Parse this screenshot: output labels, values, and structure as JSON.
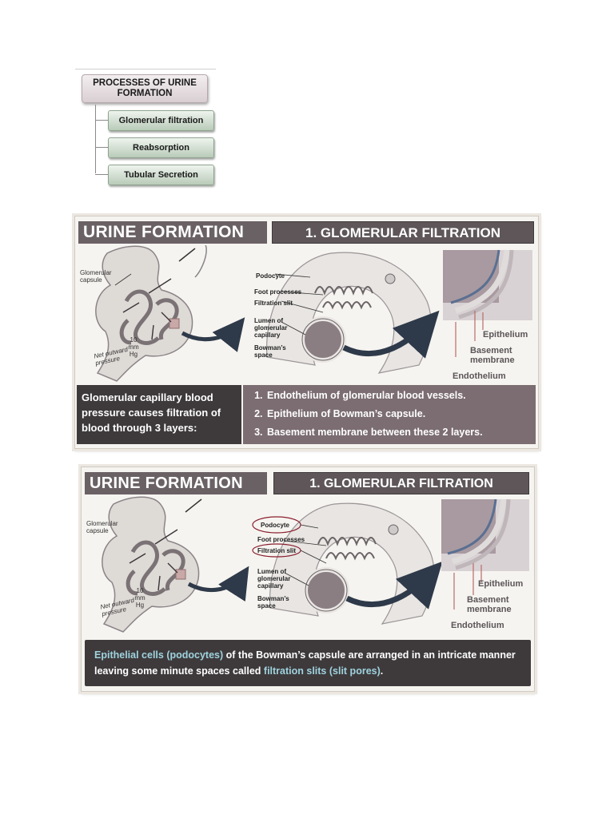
{
  "processes": {
    "title": "PROCESSES OF URINE FORMATION",
    "items": [
      "Glomerular filtration",
      "Reabsorption",
      "Tubular Secretion"
    ]
  },
  "slide1": {
    "header_left": "URINE FORMATION",
    "header_right": "1. GLOMERULAR FILTRATION",
    "labels": {
      "glomerular_capsule": "Glomerular capsule",
      "pressure": "10 mm Hg",
      "net_outward": "Net outward pressure",
      "podocyte": "Podocyte",
      "foot_processes": "Foot processes",
      "filtration_slit": "Filtration slit",
      "lumen": "Lumen of glomerular capillary",
      "bowmans_space": "Bowman’s space",
      "epithelium": "Epithelium",
      "basement": "Basement membrane",
      "endothelium": "Endothelium"
    },
    "left_text": "Glomerular capillary blood pressure causes filtration of blood through 3 layers:",
    "layers": [
      "Endothelium of glomerular blood vessels.",
      "Epithelium of Bowman’s capsule.",
      "Basement membrane between these 2 layers."
    ]
  },
  "slide2": {
    "header_left": "URINE FORMATION",
    "header_right": "1. GLOMERULAR FILTRATION",
    "labels": {
      "glomerular_capsule": "Glomerular capsule",
      "pressure": "10 mm Hg",
      "net_outward": "Net outward pressure",
      "podocyte": "Podocyte",
      "foot_processes": "Foot processes",
      "filtration_slit": "Filtration slit",
      "lumen": "Lumen of glomerular capillary",
      "bowmans_space": "Bowman’s space",
      "epithelium": "Epithelium",
      "basement": "Basement membrane",
      "endothelium": "Endothelium"
    },
    "caption": {
      "hl1": "Epithelial cells (podocytes)",
      "t1": " of the Bowman’s capsule are arranged in an intricate manner leaving some minute spaces called ",
      "hl2": "filtration slits (slit pores)",
      "t2": "."
    }
  },
  "colors": {
    "header": "#6a6165",
    "dark_bar": "#3e3a3c",
    "mauve_bar": "#7b6d72",
    "highlight": "#9fd3de",
    "arrow": "#2e3a4a"
  }
}
